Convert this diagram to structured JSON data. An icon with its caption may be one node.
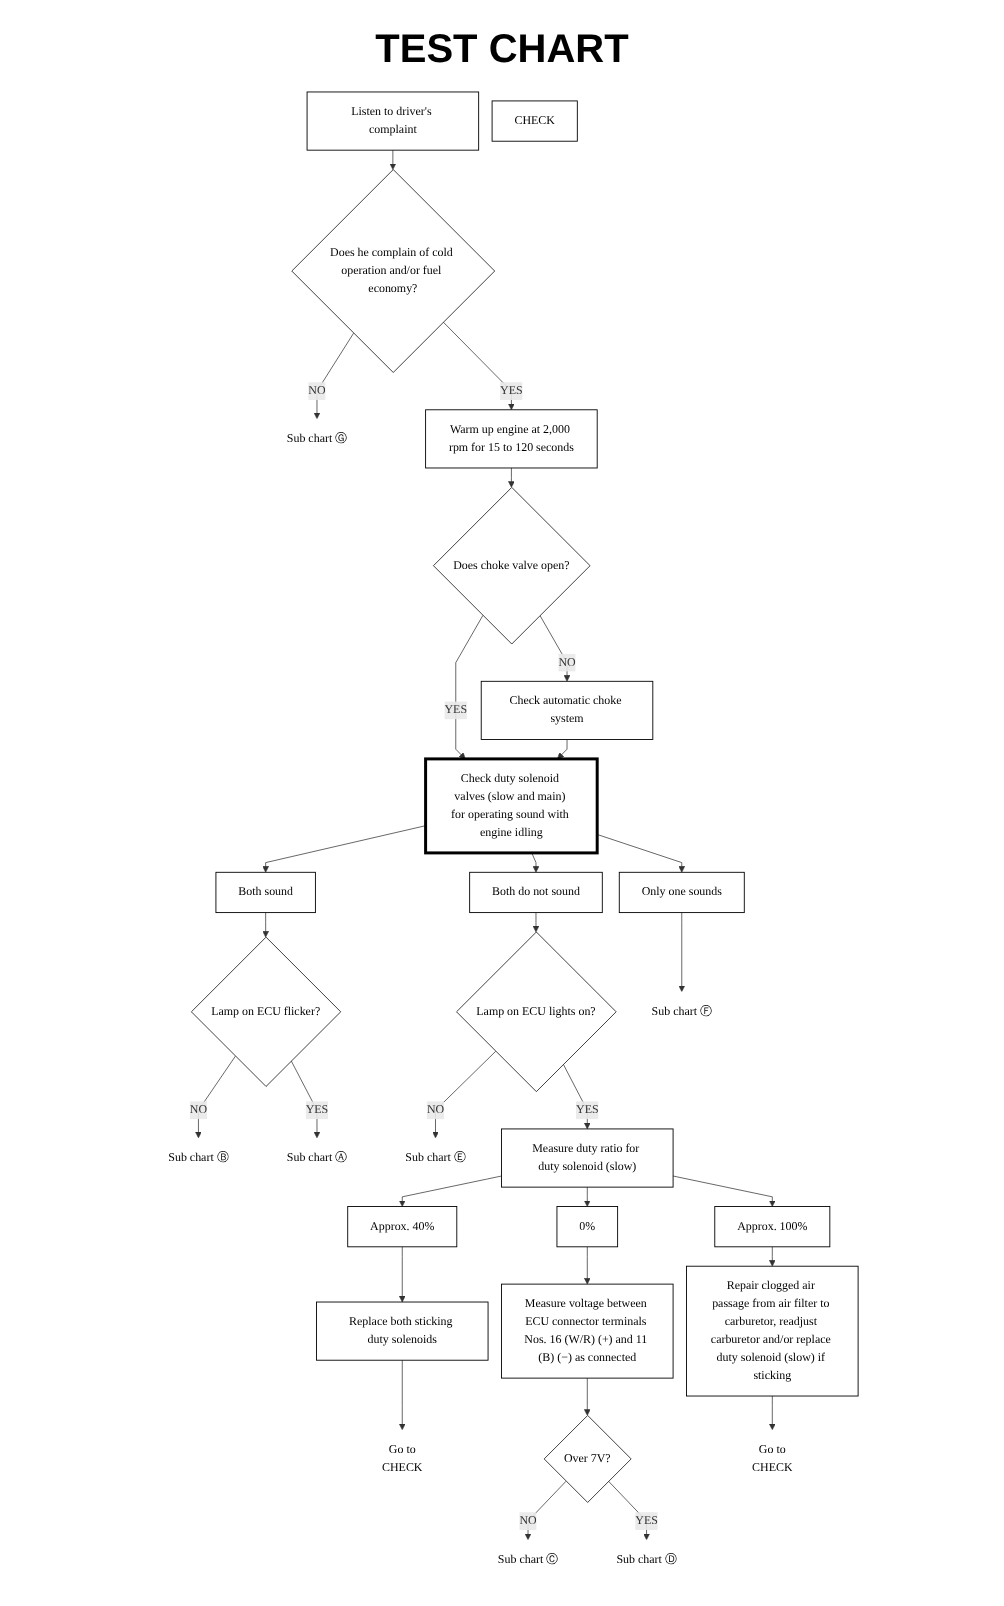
{
  "diagram": {
    "title": "TEST CHART",
    "nodes": [
      {
        "text": [
          "Listen to driver's complaint"
        ]
      },
      {
        "text": [
          "Does he complain of cold operation and/or fuel economy?"
        ]
      },
      {
        "text": [
          "Sub chart Ⓖ"
        ]
      },
      {
        "text": [
          "Warm up engine at 2,000 rpm for 15 to 120 seconds"
        ]
      },
      {
        "text": [
          "Does choke valve open?"
        ]
      },
      {
        "text": [
          "Check automatic choke system"
        ]
      },
      {
        "text": [
          "CHECK"
        ]
      },
      {
        "text": [
          "Check duty solenoid valves (slow and main) for operating sound with engine idling"
        ]
      },
      {
        "text": [
          "Both sound"
        ]
      },
      {
        "text": [
          "Both do not sound"
        ]
      },
      {
        "text": [
          "Only one sounds"
        ]
      },
      {
        "text": [
          "Lamp on ECU flicker?"
        ]
      },
      {
        "text": [
          "Sub chart Ⓑ"
        ]
      },
      {
        "text": [
          "Sub chart Ⓐ"
        ]
      },
      {
        "text": [
          "Lamp on ECU lights on?"
        ]
      },
      {
        "text": [
          "Sub chart Ⓔ"
        ]
      },
      {
        "text": [
          "Sub chart Ⓕ"
        ]
      },
      {
        "text": [
          "Measure duty ratio for duty solenoid (slow)"
        ]
      },
      {
        "text": [
          "Approx. 40%"
        ]
      },
      {
        "text": [
          "0%"
        ]
      },
      {
        "text": [
          "Approx. 100%"
        ]
      },
      {
        "text": [
          "Replace both sticking duty solenoids"
        ]
      },
      {
        "text": [
          "Measure voltage between ECU connector terminals Nos. 16 (W/R) (+) and 11 (B) (−) as connected"
        ]
      },
      {
        "text": [
          "Repair clogged air passage from air filter to carburetor, readjust carburetor and/or replace duty solenoid (slow) if sticking"
        ]
      },
      {
        "text": [
          "Go to",
          "CHECK"
        ]
      },
      {
        "text": [
          "Over 7V?"
        ]
      },
      {
        "text": [
          "Sub chart Ⓒ"
        ]
      },
      {
        "text": [
          "Sub chart Ⓓ"
        ]
      },
      {
        "text": [
          "Go to",
          "CHECK"
        ]
      }
    ],
    "edges": [
      {
        "from": 0,
        "to": 1,
        "arrow": "to"
      },
      {
        "from": 1,
        "to": 2,
        "arrow": "to",
        "label": "NO"
      },
      {
        "from": 1,
        "to": 3,
        "arrow": "to",
        "label": "YES"
      },
      {
        "from": 3,
        "to": 4,
        "arrow": "to"
      },
      {
        "from": 4,
        "to": 5,
        "arrow": "to",
        "label": "NO"
      },
      {
        "from": 4,
        "to": 7,
        "arrow": "to",
        "label": "YES"
      },
      {
        "from": 5,
        "to": 7,
        "arrow": "to"
      },
      {
        "from": 7,
        "to": 8,
        "arrow": "to"
      },
      {
        "from": 7,
        "to": 9,
        "arrow": "to"
      },
      {
        "from": 7,
        "to": 10,
        "arrow": "to"
      },
      {
        "from": 8,
        "to": 11,
        "arrow": "to"
      },
      {
        "from": 11,
        "to": 12,
        "arrow": "to",
        "label": "NO"
      },
      {
        "from": 11,
        "to": 13,
        "arrow": "to",
        "label": "YES"
      },
      {
        "from": 9,
        "to": 14,
        "arrow": "to"
      },
      {
        "from": 14,
        "to": 15,
        "arrow": "to",
        "label": "NO"
      },
      {
        "from": 14,
        "to": 17,
        "arrow": "to",
        "label": "YES"
      },
      {
        "from": 10,
        "to": 16,
        "arrow": "to"
      },
      {
        "from": 17,
        "to": 18,
        "arrow": "to"
      },
      {
        "from": 17,
        "to": 19,
        "arrow": "to"
      },
      {
        "from": 17,
        "to": 20,
        "arrow": "to"
      },
      {
        "from": 18,
        "to": 21,
        "arrow": "to"
      },
      {
        "from": 19,
        "to": 22,
        "arrow": "to"
      },
      {
        "from": 20,
        "to": 23,
        "arrow": "to"
      },
      {
        "from": 21,
        "to": 24,
        "arrow": "to"
      },
      {
        "from": 22,
        "to": 25,
        "arrow": "to"
      },
      {
        "from": 25,
        "to": 26,
        "arrow": "to",
        "label": "NO"
      },
      {
        "from": 25,
        "to": 27,
        "arrow": "to",
        "label": "YES"
      },
      {
        "from": 23,
        "to": 28,
        "arrow": "to"
      }
    ]
  }
}
